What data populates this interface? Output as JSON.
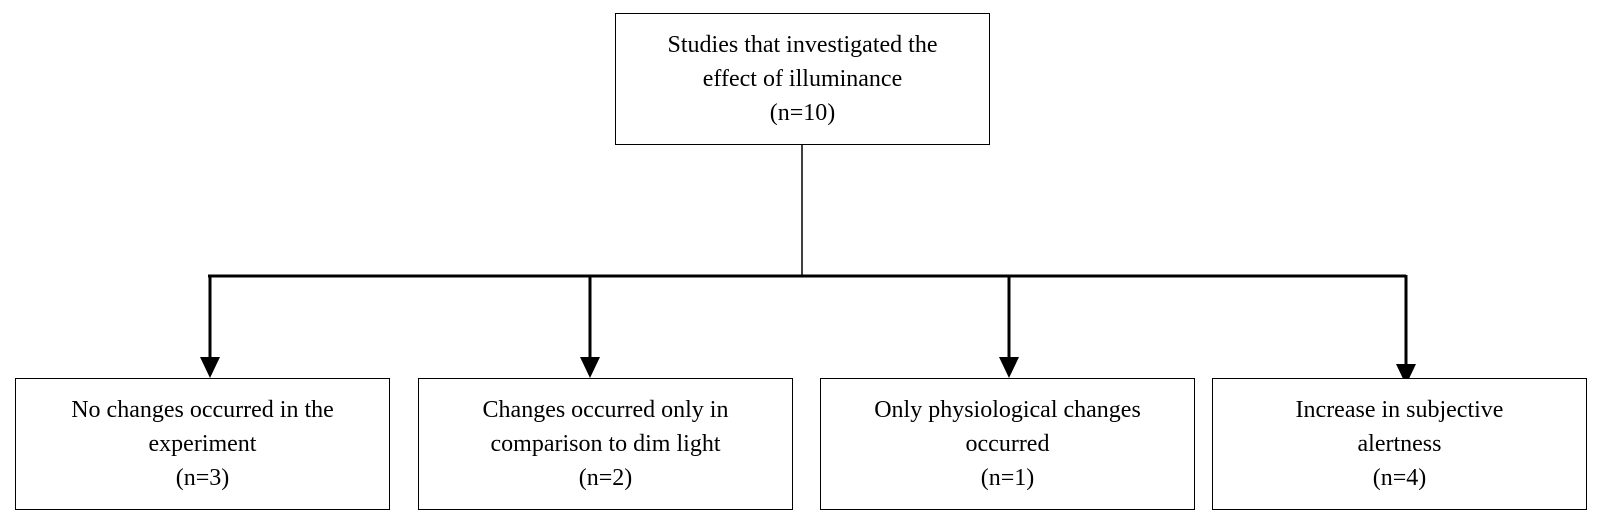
{
  "root": {
    "line1": "Studies that investigated the",
    "line2": "effect of illuminance",
    "count": "(n=10)"
  },
  "children": [
    {
      "line1": "No changes occurred in the",
      "line2": "experiment",
      "count": "(n=3)"
    },
    {
      "line1": "Changes occurred only in",
      "line2": "comparison to dim light",
      "count": "(n=2)"
    },
    {
      "line1": "Only physiological changes",
      "line2": "occurred",
      "count": "(n=1)"
    },
    {
      "line1": "Increase in subjective",
      "line2": "alertness",
      "count": "(n=4)"
    }
  ],
  "colors": {
    "stroke": "#000000",
    "background": "#ffffff"
  }
}
